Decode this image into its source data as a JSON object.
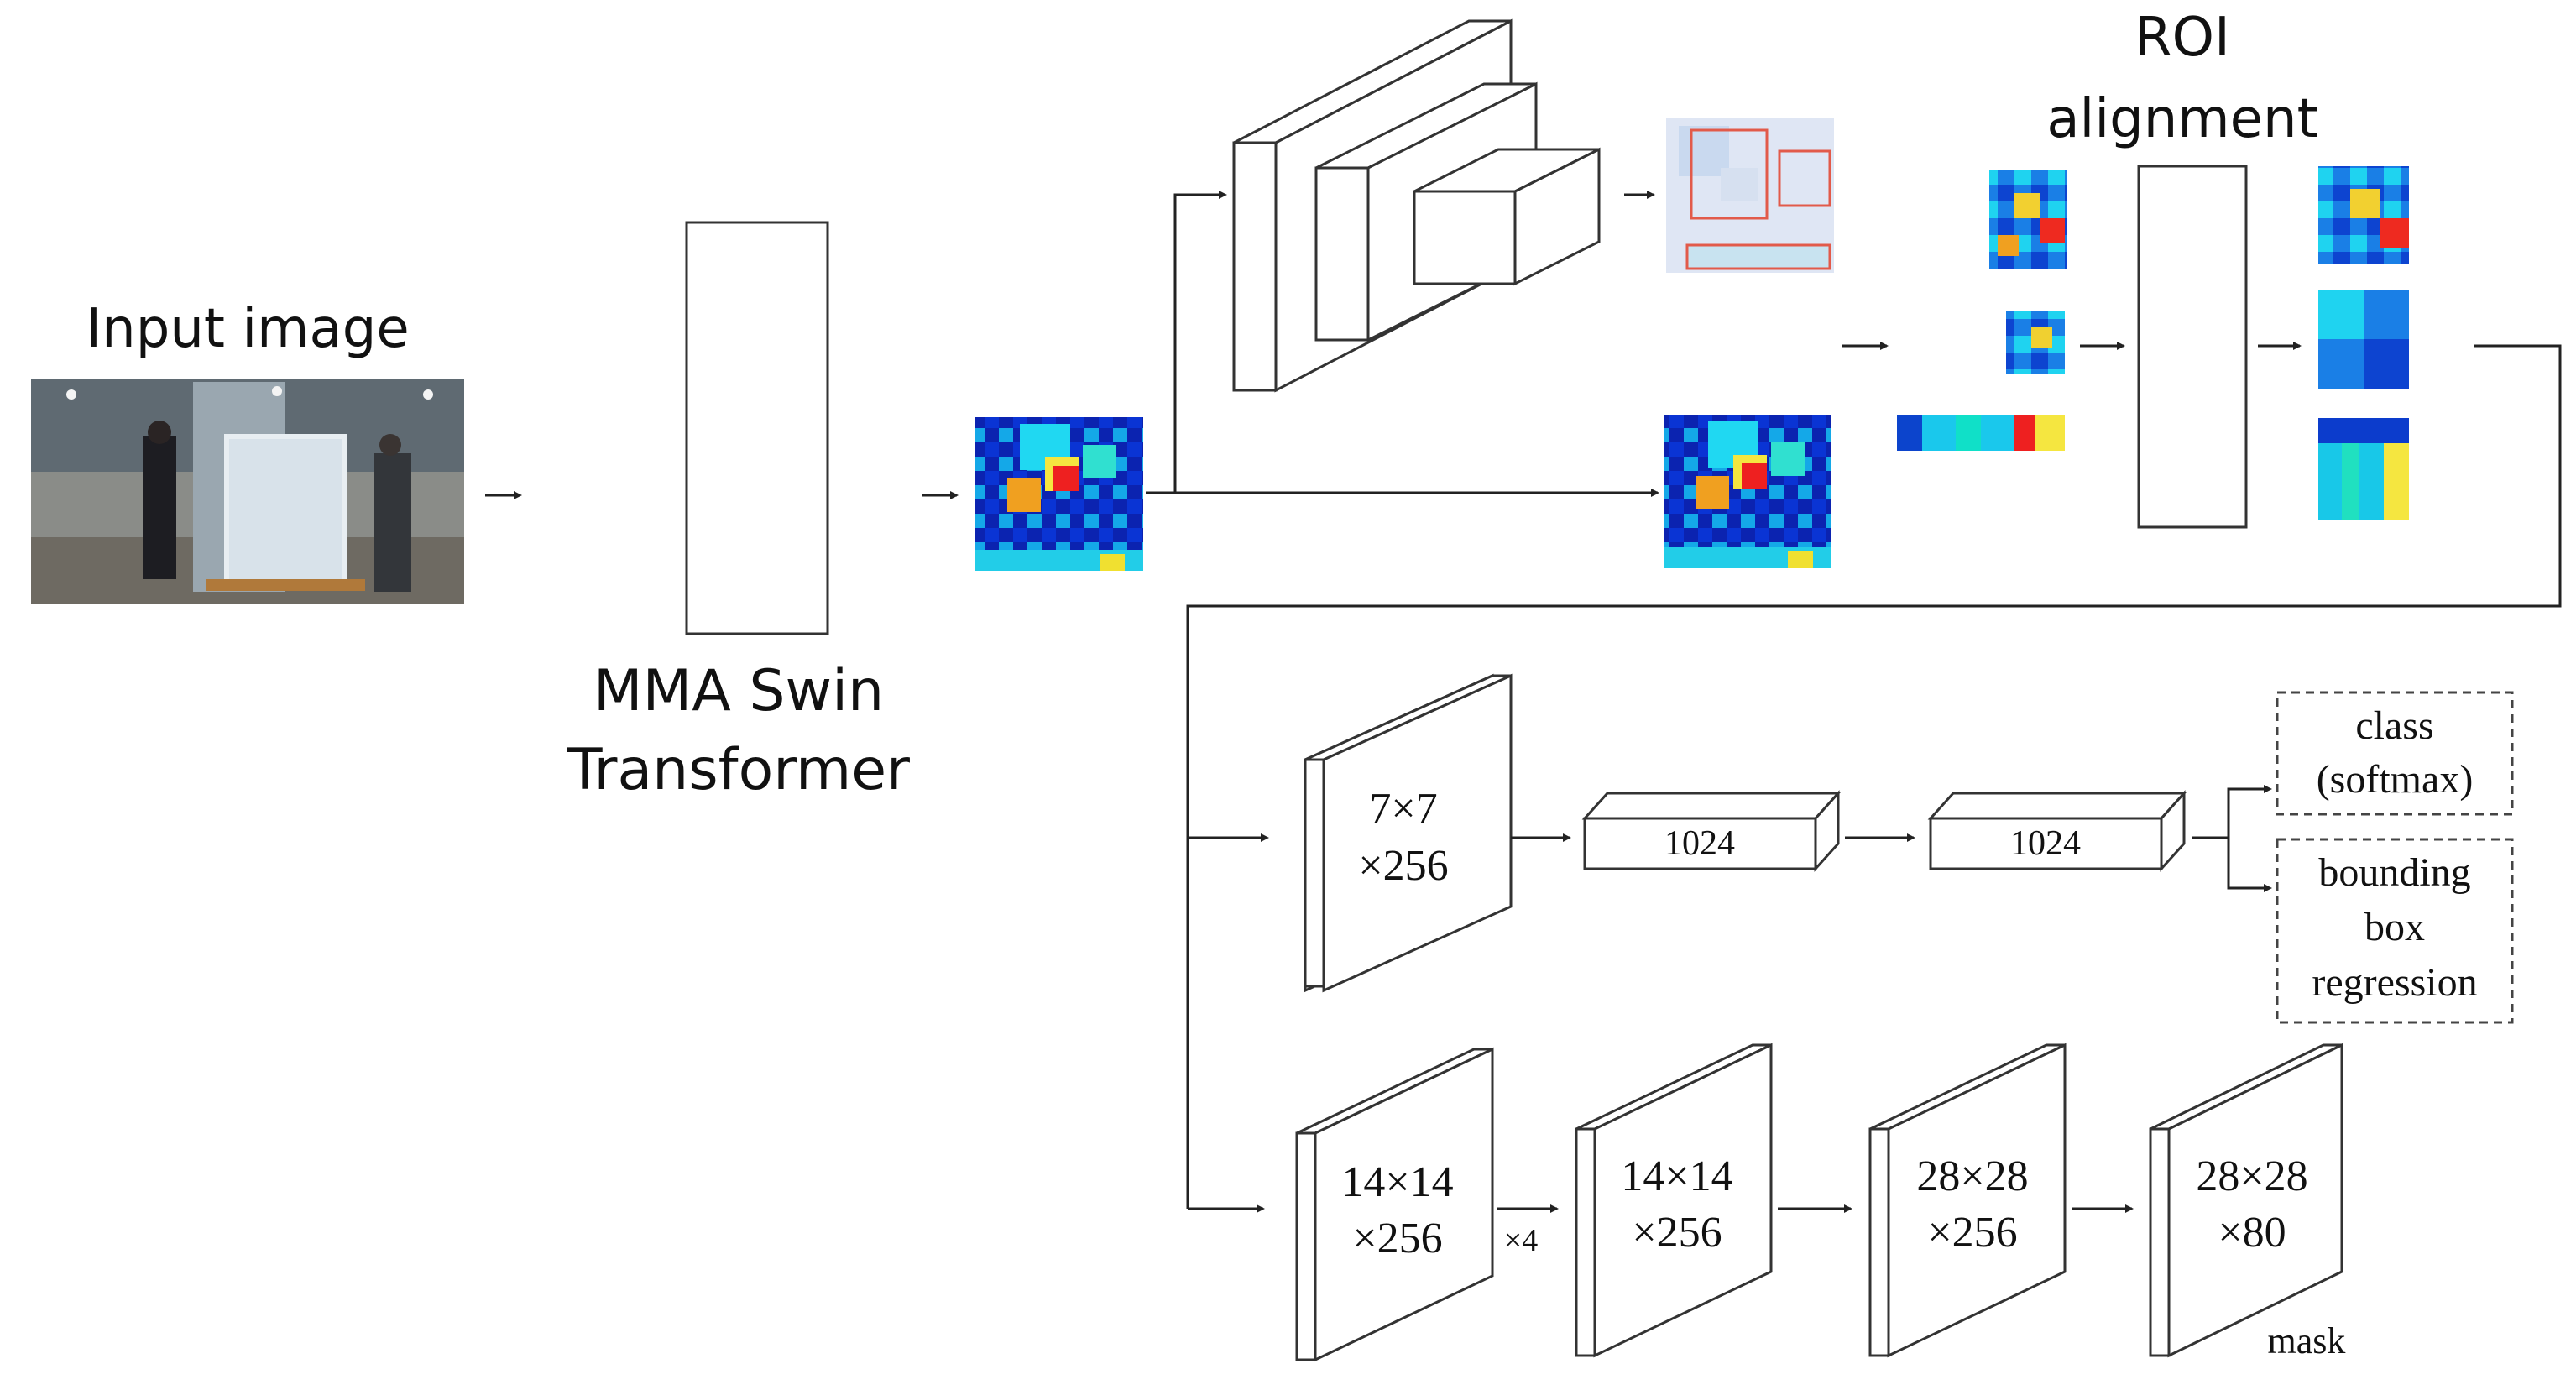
{
  "labels": {
    "input_image": "Input image",
    "backbone_line1": "MMA Swin",
    "backbone_line2": "Transformer",
    "roi_line1": "ROI",
    "roi_line2": "alignment"
  },
  "box_head": {
    "feature_line1": "7×7",
    "feature_line2": "×256",
    "fc1": "1024",
    "fc2": "1024",
    "class_line1": "class",
    "class_line2": "(softmax)",
    "bbox_line1": "bounding",
    "bbox_line2": "box",
    "bbox_line3": "regression"
  },
  "mask_head": {
    "block1_line1": "14×14",
    "block1_line2": "×256",
    "repeat": "×4",
    "block2_line1": "14×14",
    "block2_line2": "×256",
    "block3_line1": "28×28",
    "block3_line2": "×256",
    "block4_line1": "28×28",
    "block4_line2": "×80",
    "mask_label": "mask"
  },
  "colors": {
    "heat_low": "#0a1fa8",
    "heat_mid": "#18d0ee",
    "heat_high": "#f01818",
    "roi_box": "#e25a4a"
  }
}
